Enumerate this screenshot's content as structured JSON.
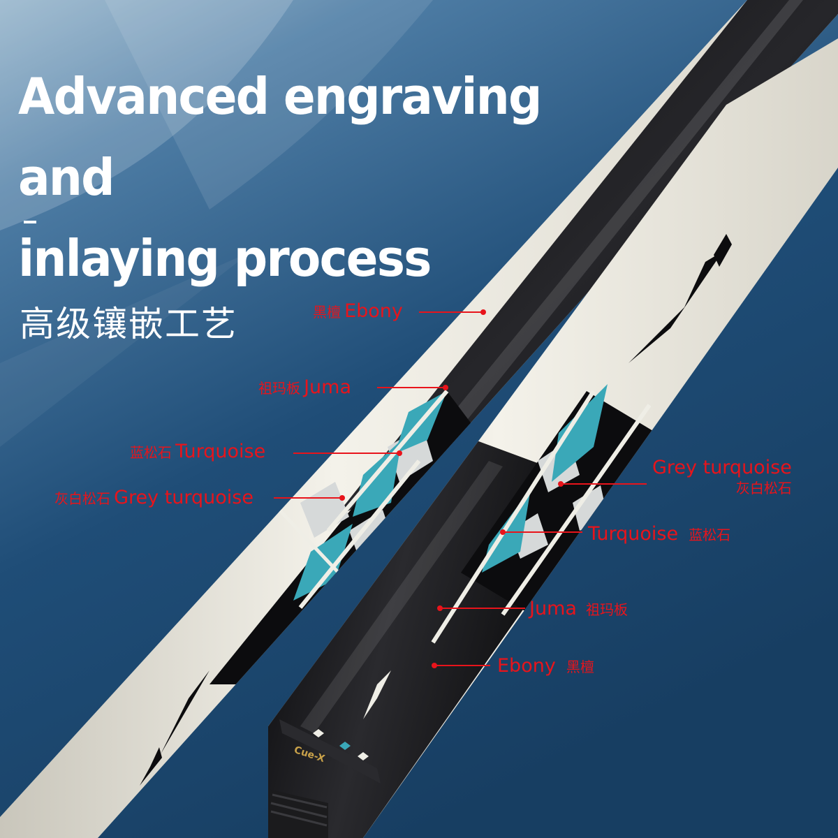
{
  "headline": {
    "line1": "Advanced engraving and",
    "line2": "inlaying process"
  },
  "subtitle": "高级镶嵌工艺",
  "callouts": {
    "left_ebony": {
      "zh": "黑檀",
      "en": "Ebony"
    },
    "left_juma": {
      "zh": "祖玛板",
      "en": "Juma"
    },
    "left_turquoise": {
      "zh": "蓝松石",
      "en": "Turquoise"
    },
    "left_grey": {
      "zh": "灰白松石",
      "en": "Grey turquoise"
    },
    "right_grey": {
      "en": "Grey turquoise",
      "zh": "灰白松石"
    },
    "right_turquoise": {
      "en": "Turquoise",
      "zh": "蓝松石"
    },
    "right_juma": {
      "en": "Juma",
      "zh": "祖玛板"
    },
    "right_ebony": {
      "en": "Ebony",
      "zh": "黑檀"
    }
  },
  "brand": "Cue-X",
  "colors": {
    "callout": "#e8141b",
    "background": "#1d4a72",
    "ebony": "#0d0d0f",
    "inlay_white": "#efeee6",
    "turquoise": "#3aa8b8",
    "grey_turquoise": "#d6d9d9",
    "brand_gold": "#c9a24a"
  }
}
